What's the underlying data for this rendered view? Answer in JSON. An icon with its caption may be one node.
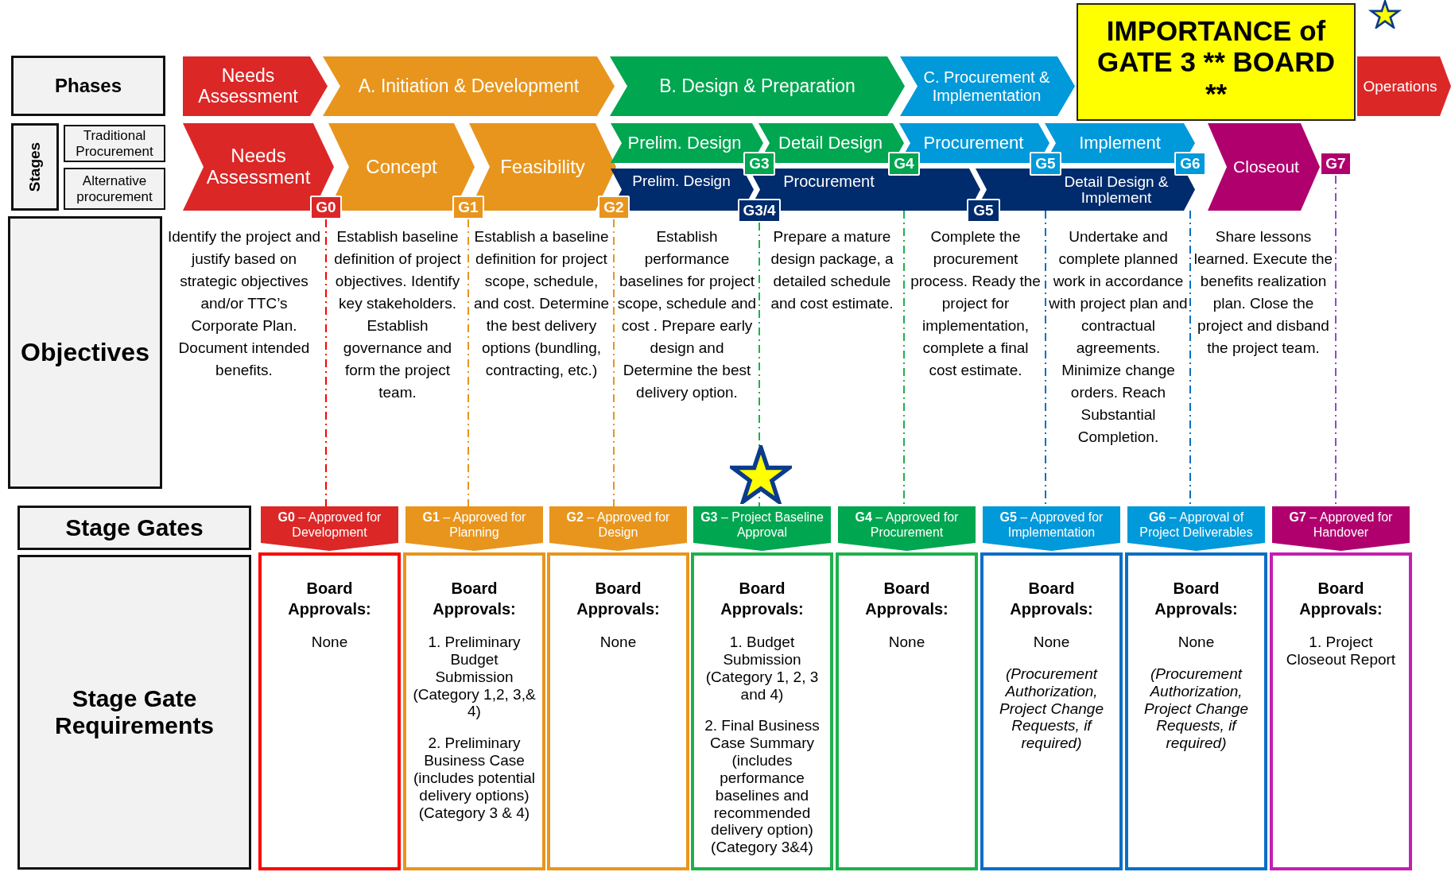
{
  "diagram": {
    "nodes": [
      {
        "text": [
          "Phases"
        ]
      },
      {
        "text": [
          "Needs Assessment"
        ]
      },
      {
        "text": [
          "A. Initiation & Development"
        ]
      },
      {
        "text": [
          "B. Design & Preparation"
        ]
      },
      {
        "text": [
          "C. Procurement & Implementation"
        ]
      },
      {
        "text": [
          "Operations"
        ]
      },
      {
        "text": [
          "IMPORTANCE of GATE 3 ** BOARD **"
        ]
      },
      {
        "text": [
          "Stages"
        ]
      },
      {
        "text": [
          "Traditional Procurement"
        ]
      },
      {
        "text": [
          "Alternative procurement"
        ]
      },
      {
        "text": [
          "Needs Assessment"
        ]
      },
      {
        "text": [
          "Concept"
        ]
      },
      {
        "text": [
          "Feasibility"
        ]
      },
      {
        "text": [
          "Prelim. Design"
        ]
      },
      {
        "text": [
          "Detail Design"
        ]
      },
      {
        "text": [
          "Procurement"
        ]
      },
      {
        "text": [
          "Implement"
        ]
      },
      {
        "text": [
          "Prelim. Design"
        ]
      },
      {
        "text": [
          "Procurement"
        ]
      },
      {
        "text": [
          "Detail Design & Implement"
        ]
      },
      {
        "text": [
          "Closeout"
        ]
      },
      {
        "text": [
          "G0"
        ]
      },
      {
        "text": [
          "G1"
        ]
      },
      {
        "text": [
          "G2"
        ]
      },
      {
        "text": [
          "G3"
        ]
      },
      {
        "text": [
          "G4"
        ]
      },
      {
        "text": [
          "G5"
        ]
      },
      {
        "text": [
          "G6"
        ]
      },
      {
        "text": [
          "G7"
        ]
      },
      {
        "text": [
          "G3/4"
        ]
      },
      {
        "text": [
          "G5"
        ]
      },
      {
        "text": [
          "Objectives"
        ]
      },
      {
        "text": [
          "Stage Gates"
        ]
      },
      {
        "text": [
          "Stage Gate Requirements"
        ]
      },
      {
        "text": [
          "**G0** – Approved for Development"
        ]
      },
      {
        "text": [
          "**G1** – Approved for Planning"
        ]
      },
      {
        "text": [
          "**G2** – Approved for Design"
        ]
      },
      {
        "text": [
          "**G3** – Project Baseline Approval"
        ]
      },
      {
        "text": [
          "**G4** – Approved for Procurement"
        ]
      },
      {
        "text": [
          "**G5** – Approved for Implementation"
        ]
      },
      {
        "text": [
          "**G6** – Approval of Project Deliverables"
        ]
      },
      {
        "text": [
          "**G7** – Approved for Handover"
        ]
      },
      {
        "text": [
          "Board Approvals:",
          "None"
        ]
      },
      {
        "text": [
          "Board Approvals:",
          "1. Preliminary Budget Submission (Category 1,2, 3,& 4)",
          "2. Preliminary Business Case (includes potential delivery options) (Category 3 & 4)"
        ]
      },
      {
        "text": [
          "Board Approvals:",
          "None"
        ]
      },
      {
        "text": [
          "Board Approvals:",
          "1. Budget Submission (Category 1, 2, 3 and 4)",
          "2. Final Business Case Summary (includes performance baselines and recommended delivery option) (Category 3&4)"
        ]
      },
      {
        "text": [
          "Board Approvals:",
          "None"
        ]
      },
      {
        "text": [
          "Board Approvals:",
          "None",
          "*(Procurement Authorization, Project Change Requests, if required)*"
        ]
      },
      {
        "text": [
          "Board Approvals:",
          "None",
          "*(Procurement Authorization, Project Change Requests, if required)*"
        ]
      },
      {
        "text": [
          "Board Approvals:",
          "1. Project Closeout Report"
        ]
      }
    ],
    "edges": [
      {
        "from": 21,
        "to": 34,
        "arrow": "none",
        "style": "dashed",
        "color": "#ff0000"
      },
      {
        "from": 22,
        "to": 35,
        "arrow": "none",
        "style": "dashed",
        "color": "#e8951d"
      },
      {
        "from": 23,
        "to": 36,
        "arrow": "none",
        "style": "dashed",
        "color": "#e8951d"
      },
      {
        "from": 29,
        "to": 37,
        "arrow": "none",
        "style": "dashed",
        "color": "#1db14b"
      },
      {
        "from": 18,
        "to": 38,
        "arrow": "none",
        "style": "dashed",
        "color": "#1db14b"
      },
      {
        "from": 19,
        "to": 39,
        "arrow": "none",
        "style": "dashed",
        "color": "#0a6ec4"
      },
      {
        "from": 19,
        "to": 40,
        "arrow": "none",
        "style": "dashed",
        "color": "#0a6ec4"
      },
      {
        "from": 28,
        "to": 41,
        "arrow": "none",
        "style": "dashed",
        "color": "#8a4fc6"
      }
    ],
    "labels": [
      "Identify the project and justify based on strategic objectives and/or TTC’s Corporate Plan. Document intended benefits.",
      "Establish baseline definition of project objectives. Identify key stakeholders. Establish governance and form the project team.",
      "Establish a baseline definition for project scope, schedule, and cost. Determine the best delivery options (bundling, contracting, etc.)",
      "Establish performance baselines for project scope, schedule and cost . Prepare early design and Determine the best delivery option.",
      "Prepare a mature design package, a detailed schedule and cost estimate.",
      "Complete the procurement process. Ready the project for implementation, complete a final cost estimate.",
      "Undertake and complete planned work in accordance with project plan and contractual agreements. Minimize change orders. Reach Substantial Completion.",
      "Share lessons learned. Execute the benefits realization plan. Close the project and disband the project team."
    ]
  }
}
